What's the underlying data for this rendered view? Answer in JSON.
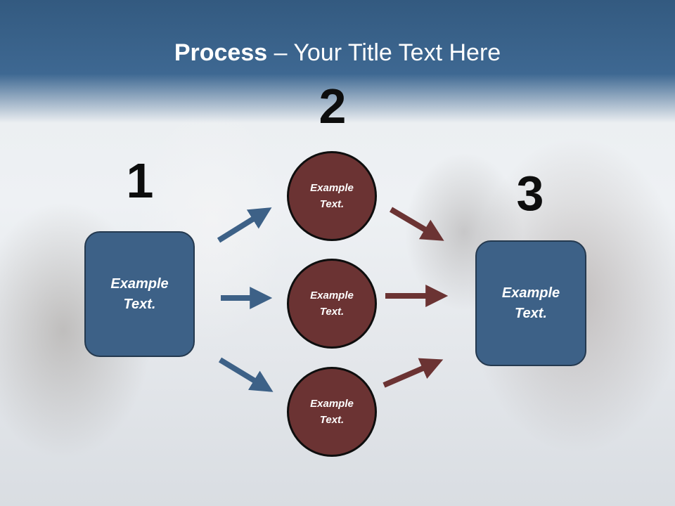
{
  "title": {
    "bold": "Process",
    "rest": " – Your Title Text Here"
  },
  "steps": {
    "one": "1",
    "two": "2",
    "three": "3"
  },
  "left_box": {
    "line1": "Example",
    "line2": "Text."
  },
  "right_box": {
    "line1": "Example",
    "line2": "Text."
  },
  "circles": [
    {
      "line1": "Example",
      "line2": "Text."
    },
    {
      "line1": "Example",
      "line2": "Text."
    },
    {
      "line1": "Example",
      "line2": "Text."
    }
  ],
  "colors": {
    "header": "#3e6892",
    "box": "#3d6187",
    "circle": "#6b3333",
    "arrow_blue": "#3d6187",
    "arrow_red": "#6b3333"
  }
}
